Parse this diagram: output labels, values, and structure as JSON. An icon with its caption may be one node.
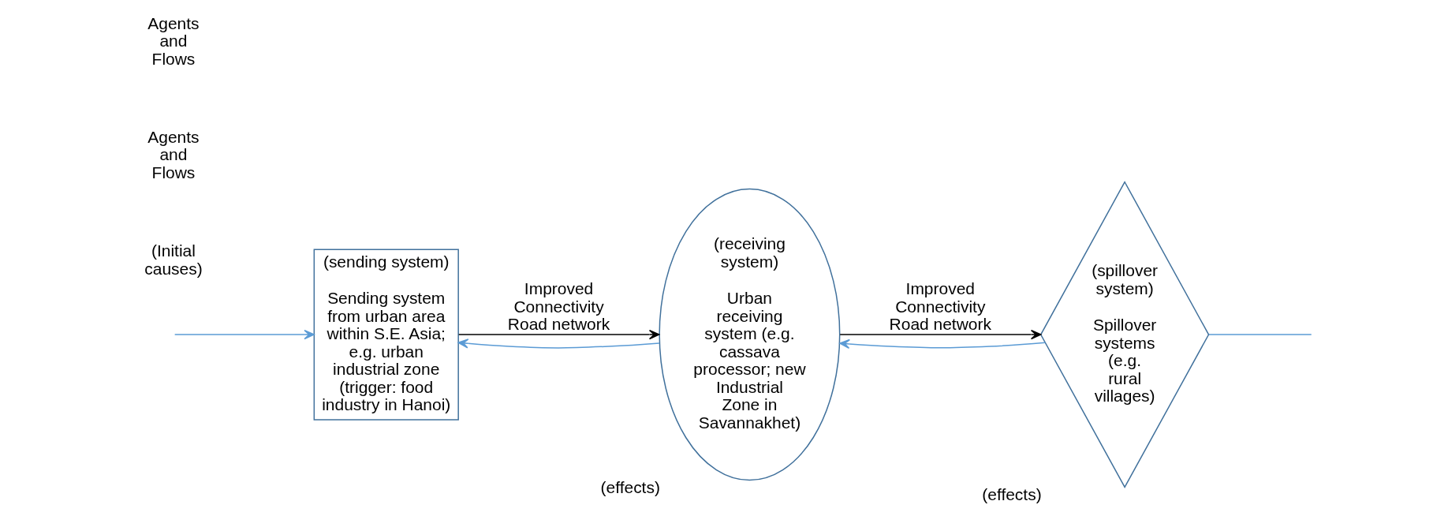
{
  "diagram": {
    "nodes": [
      {
        "text": [
          "(sending system)",
          "Sending system from urban area within S.E. Asia; e.g. urban industrial zone (trigger: food industry in Hanoi)"
        ]
      },
      {
        "text": [
          "(receiving system)",
          "Urban receiving system (e.g. cassava processor; new Industrial Zone in Savannakhet)"
        ],
        "beside": [
          "(effects)"
        ]
      },
      {
        "text": [
          "(spillover system)",
          "Spillover systems (e.g. rural villages)"
        ],
        "beside": [
          "(effects)"
        ]
      }
    ],
    "edges": [
      {
        "from": 0,
        "to": 1,
        "arrow": "to",
        "label": "Improved Connectivity Road network",
        "color": "#000000"
      },
      {
        "from": 1,
        "to": 0,
        "arrow": "to"
      },
      {
        "from": 1,
        "to": 2,
        "arrow": "to",
        "label": "Improved Connectivity Road network",
        "color": "#000000"
      },
      {
        "from": 2,
        "to": 1,
        "arrow": "to"
      },
      {
        "from": null,
        "to": 0,
        "arrow": "to"
      },
      {
        "from": 2,
        "to": null,
        "arrow": "none"
      }
    ],
    "labels": [
      "(Initial causes)",
      "Agents and Flows",
      "Agents and Flows"
    ]
  }
}
